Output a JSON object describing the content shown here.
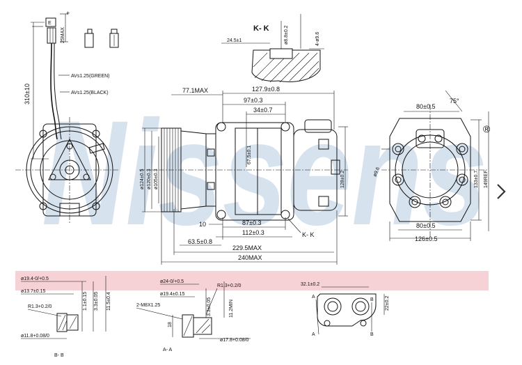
{
  "watermark": {
    "text": "Nissens",
    "registered": "®",
    "color": "#c9d9e8"
  },
  "highlight_band_color": "#f6d2d6",
  "connector": {
    "len_top": "25MAX",
    "len_side": "310±10",
    "wire_green": "AVs1.25(GREEN)",
    "wire_black": "AVs1.25(BLACK)",
    "pin_mark": "+"
  },
  "section_kk": {
    "title": "K- K",
    "d1": "24.5±1",
    "d2": "ø8.8±0.2",
    "d3": "4-ø9.6"
  },
  "side_view": {
    "max_len": "77.1MAX",
    "w1": "127.9±0.8",
    "w2": "97±0.3",
    "w3": "34±0.7",
    "h1": "67.5±0.1",
    "dia1": "ø124±0.5",
    "dia2": "ø120±0.3",
    "dia3": "ø105±0.3",
    "h2": "128±0.2",
    "b1": "10",
    "b2": "87±0.3",
    "b3": "112±0.3",
    "b4": "63.5±0.8",
    "b5": "229.5MAX",
    "b6": "240MAX",
    "kk_label": "K- K"
  },
  "rear_view": {
    "top_w": "80±0.5",
    "angle": "75°",
    "hole": "ø9.6",
    "h1": "133±0.7",
    "h2": "149REF",
    "bot_w1": "80±0.5",
    "bot_w2": "126±0.5"
  },
  "section_bb": {
    "label": "B- B",
    "d1": "ø19.4-0/+0.5",
    "d2": "ø13.7±0.15",
    "r1": "R1.3+0.2/0",
    "d3": "ø11.8+0.08/0",
    "v1": "1.1±0.15",
    "v2": "3.3±0.05",
    "v3": "11.5±0.4"
  },
  "section_aa": {
    "label": "A- A",
    "d1": "ø24-0/+0.5",
    "d2": "ø19.4±0.15",
    "thread": "2-M8X1.25",
    "r1": "R1.3+0.2/0",
    "v1": "11.2MIN",
    "v2": "3.3±0.05",
    "v3": "18",
    "d3": "ø17.8+0.08/0"
  },
  "flange": {
    "w": "32.1±0.2",
    "h": "22±0.2",
    "markA": "A",
    "markB": "B"
  },
  "nav": {
    "next_icon": "chevron-right-icon"
  }
}
